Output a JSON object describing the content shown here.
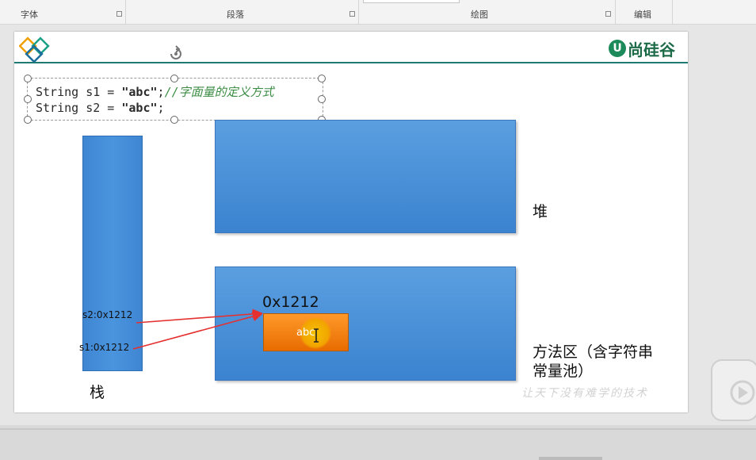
{
  "ribbon": {
    "groups": [
      {
        "id": "font",
        "label": "字体"
      },
      {
        "id": "paragraph",
        "label": "段落"
      },
      {
        "id": "drawing",
        "label": "绘图"
      },
      {
        "id": "editing",
        "label": "编辑"
      }
    ]
  },
  "slide": {
    "brand_text": "尚硅谷",
    "code": {
      "line1_code": "String s1 = ",
      "line1_str": "\"abc\"",
      "line1_semi": ";",
      "line1_comment": "//字面量的定义方式",
      "line2_code": "String s2 = ",
      "line2_str": "\"abc\"",
      "line2_semi": ";"
    },
    "labels": {
      "stack": "栈",
      "heap": "堆",
      "method_area": "方法区（含字符串常量池）",
      "address": "0x1212",
      "s2_ref": "s2:0x1212",
      "s1_ref": "s1:0x1212",
      "abc_value": "abc"
    },
    "watermark": "让天下没有难学的技术"
  },
  "colors": {
    "box_blue": "#4a90d9",
    "string_box_orange": "#f08010",
    "arrow_red": "#e53030",
    "brand_green": "#1d6b49"
  },
  "icons": {
    "rotate": "rotate-handle-icon",
    "play": "play-icon",
    "cursor": "text-cursor-icon"
  }
}
